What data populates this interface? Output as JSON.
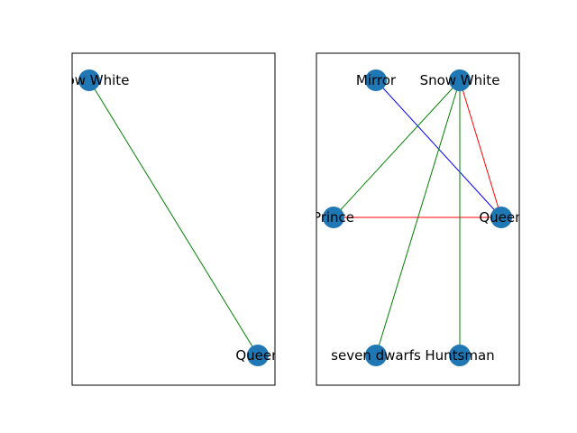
{
  "colors": {
    "node_fill": "#1f77b4",
    "frame": "#000000",
    "green": "#008000",
    "red": "#ff0000",
    "blue": "#0000ff"
  },
  "graphs": [
    {
      "id": "left",
      "nodes": [
        {
          "id": "snow_white",
          "label": "Snow White"
        },
        {
          "id": "queen",
          "label": "Queen"
        }
      ],
      "edges": [
        {
          "from": "snow_white",
          "to": "queen",
          "color": "green"
        }
      ]
    },
    {
      "id": "right",
      "nodes": [
        {
          "id": "mirror",
          "label": "Mirror"
        },
        {
          "id": "snow_white",
          "label": "Snow White"
        },
        {
          "id": "prince",
          "label": "Prince"
        },
        {
          "id": "queen",
          "label": "Queen"
        },
        {
          "id": "seven_dwarfs",
          "label": "seven dwarfs"
        },
        {
          "id": "huntsman",
          "label": "Huntsman"
        }
      ],
      "edges": [
        {
          "from": "mirror",
          "to": "queen",
          "color": "blue"
        },
        {
          "from": "snow_white",
          "to": "queen",
          "color": "red"
        },
        {
          "from": "prince",
          "to": "queen",
          "color": "red"
        },
        {
          "from": "snow_white",
          "to": "prince",
          "color": "green"
        },
        {
          "from": "snow_white",
          "to": "seven_dwarfs",
          "color": "green"
        },
        {
          "from": "snow_white",
          "to": "huntsman",
          "color": "green"
        }
      ]
    }
  ]
}
